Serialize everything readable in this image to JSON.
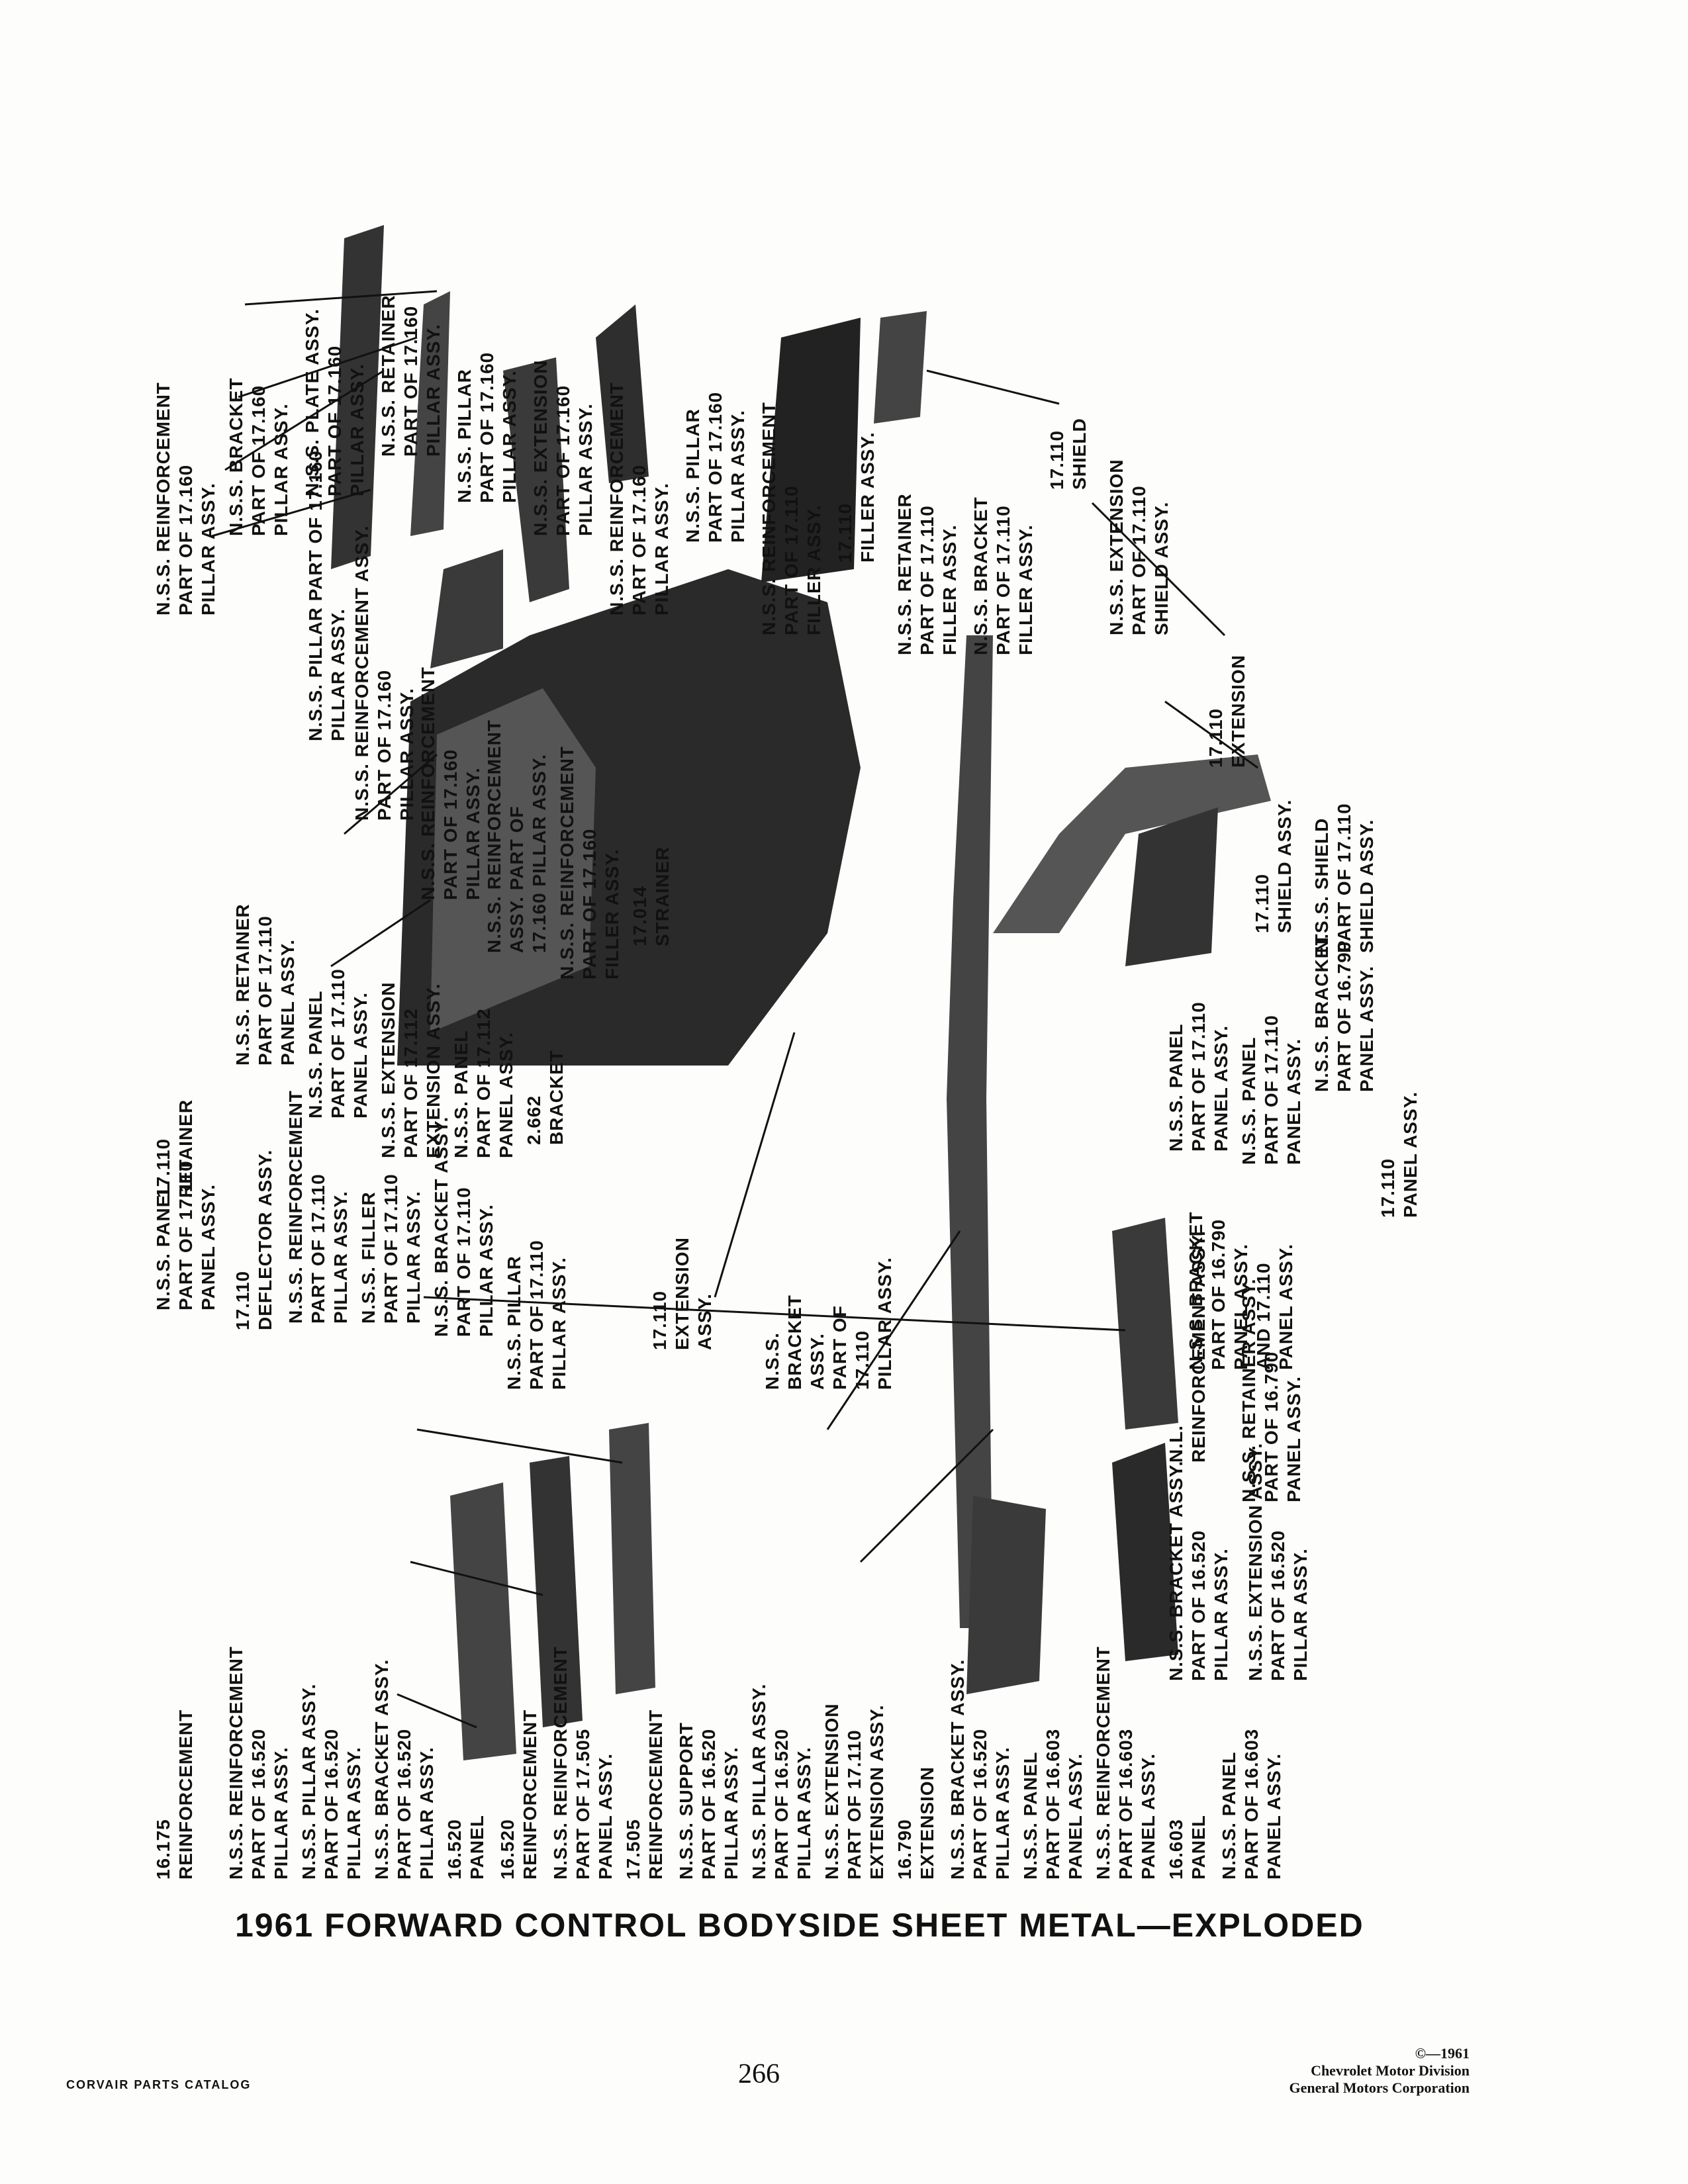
{
  "title": "1961 FORWARD CONTROL BODYSIDE SHEET METAL—EXPLODED",
  "footer": {
    "catalog": "CORVAIR PARTS CATALOG",
    "page_number": "266",
    "copyright": "©—1961",
    "division": "Chevrolet Motor Division",
    "corporation": "General Motors Corporation"
  },
  "labels": {
    "l01": [
      "N.S.S. REINFORCEMENT",
      "PART OF 17.160",
      "PILLAR ASSY."
    ],
    "l02": [
      "N.S.S. BRACKET",
      "PART OF 17.160",
      "PILLAR ASSY."
    ],
    "l03": [
      "N.S.S. PLATE ASSY.",
      "PART OF 17.160",
      "PILLAR ASSY."
    ],
    "l04": [
      "N.S.S. RETAINER",
      "PART OF 17.160",
      "PILLAR ASSY."
    ],
    "l05": [
      "N.S.S. PILLAR",
      "PART OF 17.160",
      "PILLAR ASSY."
    ],
    "l06": [
      "N.S.S. EXTENSION",
      "PART OF 17.160",
      "PILLAR ASSY."
    ],
    "l07": [
      "N.S.S. REINFORCEMENT",
      "PART OF 17.160",
      "PILLAR ASSY."
    ],
    "l08": [
      "N.S.S. PILLAR",
      "PART OF 17.160",
      "PILLAR ASSY."
    ],
    "l09": [
      "N.S.S. REINFORCEMENT",
      "PART OF 17.110",
      "FILLER ASSY."
    ],
    "l10": [
      "17.110",
      "FILLER ASSY."
    ],
    "l11": [
      "N.S.S. RETAINER",
      "PART OF 17.110",
      "FILLER ASSY."
    ],
    "l12": [
      "N.S.S. BRACKET",
      "PART OF 17.110",
      "FILLER ASSY."
    ],
    "l13": [
      "17.110",
      "SHIELD"
    ],
    "l14": [
      "N.S.S. EXTENSION",
      "PART OF 17.110",
      "SHIELD ASSY."
    ],
    "m01": [
      "N.S.S. PILLAR PART OF 17.160",
      "PILLAR ASSY."
    ],
    "m02": [
      "N.S.S. REINFORCEMENT ASSY.",
      "PART OF 17.160",
      "PILLAR ASSY."
    ],
    "m03": [
      "N.S.S. REINFORCEMENT",
      "PART OF 17.160",
      "PILLAR ASSY."
    ],
    "m04": [
      "N.S.S. REINFORCEMENT",
      "ASSY. PART OF",
      "17.160 PILLAR ASSY."
    ],
    "m05": [
      "N.S.S. REINFORCEMENT",
      "PART OF 17.160",
      "FILLER ASSY."
    ],
    "m06": [
      "17.014",
      "STRAINER"
    ],
    "m07": [
      "17.110",
      "EXTENSION"
    ],
    "m08": [
      "17.110",
      "SHIELD ASSY."
    ],
    "m09": [
      "N.S.S. SHIELD",
      "PART OF 17.110",
      "SHIELD ASSY."
    ],
    "m10": [
      "N.S.S. RETAINER",
      "PART OF 17.110",
      "PANEL ASSY."
    ],
    "m11": [
      "N.S.S. PANEL",
      "PART OF 17.110",
      "PANEL ASSY."
    ],
    "m12": [
      "N.S.S. EXTENSION",
      "PART OF 17.112",
      "EXTENSION ASSY."
    ],
    "m13": [
      "N.S.S. PANEL",
      "PART OF 17.112",
      "PANEL ASSY."
    ],
    "m14": [
      "2.662",
      "BRACKET"
    ],
    "m15": [
      "N.S.S. PANEL",
      "PART OF 17.110",
      "PANEL ASSY."
    ],
    "m16": [
      "N.S.S. PANEL",
      "PART OF 17.110",
      "PANEL ASSY."
    ],
    "m17": [
      "N.S.S. BRACKET",
      "PART OF 16.790",
      "PANEL ASSY."
    ],
    "m18": [
      "17.110",
      "PANEL ASSY."
    ],
    "m19": [
      "N.S.S. BRACKET",
      "PART OF 16.790",
      "PANEL ASSY.",
      "AND 17.110",
      "PANEL ASSY."
    ],
    "m20": [
      "17.110",
      "RETAINER"
    ],
    "m21": [
      "N.S.S. PANEL",
      "PART OF 17.110",
      "PANEL ASSY."
    ],
    "m22": [
      "17.110",
      "DEFLECTOR ASSY."
    ],
    "m23": [
      "N.S.S. REINFORCEMENT",
      "PART OF 17.110",
      "PILLAR ASSY."
    ],
    "m24": [
      "N.S.S. FILLER",
      "PART OF 17.110",
      "PILLAR ASSY."
    ],
    "m25": [
      "N.S.S. BRACKET ASSY.",
      "PART OF 17.110",
      "PILLAR ASSY."
    ],
    "m26": [
      "N.S.S. PILLAR",
      "PART OF 17.110",
      "PILLAR ASSY."
    ],
    "m27": [
      "17.110",
      "EXTENSION",
      "ASSY."
    ],
    "m28": [
      "N.S.S.",
      "BRACKET",
      "ASSY.",
      "PART OF",
      "17.110",
      "PILLAR ASSY."
    ],
    "m29": [
      "N.L.",
      "REINFORCEMENT ASSY."
    ],
    "m30": [
      "N.S.S. RETAINER ASSY.",
      "PART OF 16.790",
      "PANEL ASSY."
    ],
    "m31": [
      "N.S.S. BRACKET ASSY.",
      "PART OF 16.520",
      "PILLAR ASSY."
    ],
    "m32": [
      "N.S.S. EXTENSION ASSY.",
      "PART OF 16.520",
      "PILLAR ASSY."
    ],
    "b01": [
      "16.175",
      "REINFORCEMENT"
    ],
    "b02": [
      "N.S.S. REINFORCEMENT",
      "PART OF 16.520",
      "PILLAR ASSY."
    ],
    "b03": [
      "N.S.S. PILLAR ASSY.",
      "PART OF 16.520",
      "PILLAR ASSY."
    ],
    "b04": [
      "N.S.S. BRACKET ASSY.",
      "PART OF 16.520",
      "PILLAR ASSY."
    ],
    "b05": [
      "16.520",
      "PANEL"
    ],
    "b06": [
      "16.520",
      "REINFORCEMENT"
    ],
    "b07": [
      "N.S.S. REINFORCEMENT",
      "PART OF 17.505",
      "PANEL ASSY."
    ],
    "b08": [
      "17.505",
      "REINFORCEMENT"
    ],
    "b09": [
      "N.S.S. SUPPORT",
      "PART OF 16.520",
      "PILLAR ASSY."
    ],
    "b10": [
      "N.S.S. PILLAR ASSY.",
      "PART OF 16.520",
      "PILLAR ASSY."
    ],
    "b11": [
      "N.S.S. EXTENSION",
      "PART OF 17.110",
      "EXTENSION ASSY."
    ],
    "b12": [
      "16.790",
      "EXTENSION"
    ],
    "b13": [
      "N.S.S. BRACKET ASSY.",
      "PART OF 16.520",
      "PILLAR ASSY."
    ],
    "b14": [
      "N.S.S. PANEL",
      "PART OF 16.603",
      "PANEL ASSY."
    ],
    "b15": [
      "N.S.S. REINFORCEMENT",
      "PART OF 16.603",
      "PANEL ASSY."
    ],
    "b16": [
      "16.603",
      "PANEL"
    ],
    "b17": [
      "N.S.S. PANEL",
      "PART OF 16.603",
      "PANEL ASSY."
    ]
  }
}
